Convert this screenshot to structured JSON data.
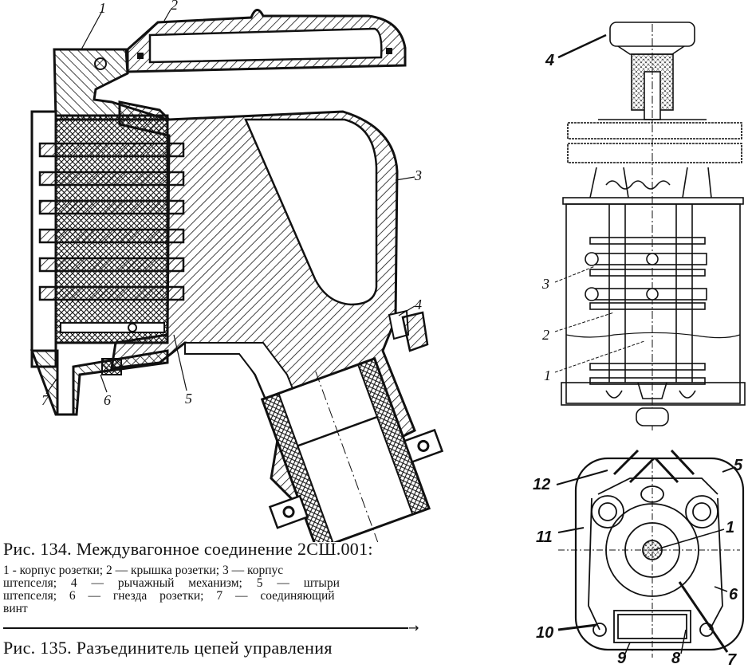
{
  "figure_134": {
    "labels": [
      "1",
      "2",
      "3",
      "4",
      "5",
      "6",
      "7"
    ],
    "caption_title": "Рис. 134. Междувагонное соединение 2СШ.001:",
    "legend_lines": [
      "1 - корпус розетки; 2 — крышка розетки; 3 — корпус",
      "штепселя; 4 — рычажный механизм; 5 — штыри",
      "штепселя; 6 — гнезда розетки; 7 — соединяющий",
      "винт"
    ]
  },
  "figure_135": {
    "caption_title": "Рис. 135. Разъединитель цепей управления",
    "top_view_labels": [
      "4",
      "3",
      "2",
      "1"
    ],
    "bottom_view_labels": [
      "12",
      "5",
      "11",
      "1",
      "6",
      "10",
      "9",
      "8",
      "7"
    ]
  }
}
